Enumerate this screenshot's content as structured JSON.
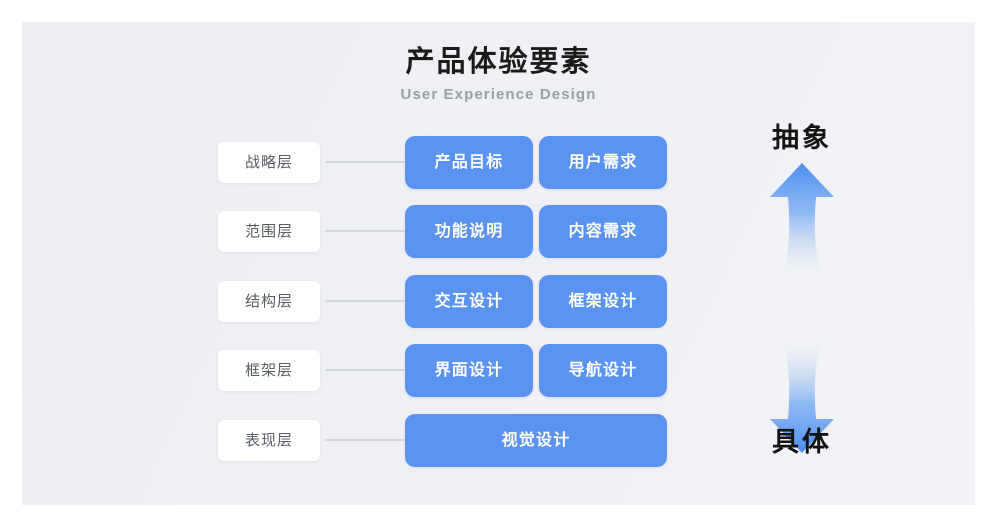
{
  "header": {
    "title": "产品体验要素",
    "subtitle": "User Experience Design"
  },
  "axis": {
    "top_label": "抽象",
    "bottom_label": "具体",
    "up_arrow_icon": "arrow-up-icon",
    "down_arrow_icon": "arrow-down-icon"
  },
  "colors": {
    "card_blue": "#5a93f2",
    "panel_background": "#eef0f4",
    "chip_white": "#ffffff",
    "connector_gray": "#d3d7dd",
    "title_black": "#1b1b1b",
    "subtitle_gray": "#9ba0a8"
  },
  "rows": [
    {
      "layer": "战略层",
      "cards": [
        "产品目标",
        "用户需求"
      ]
    },
    {
      "layer": "范围层",
      "cards": [
        "功能说明",
        "内容需求"
      ]
    },
    {
      "layer": "结构层",
      "cards": [
        "交互设计",
        "框架设计"
      ]
    },
    {
      "layer": "框架层",
      "cards": [
        "界面设计",
        "导航设计"
      ]
    },
    {
      "layer": "表现层",
      "cards": [
        "视觉设计"
      ]
    }
  ]
}
